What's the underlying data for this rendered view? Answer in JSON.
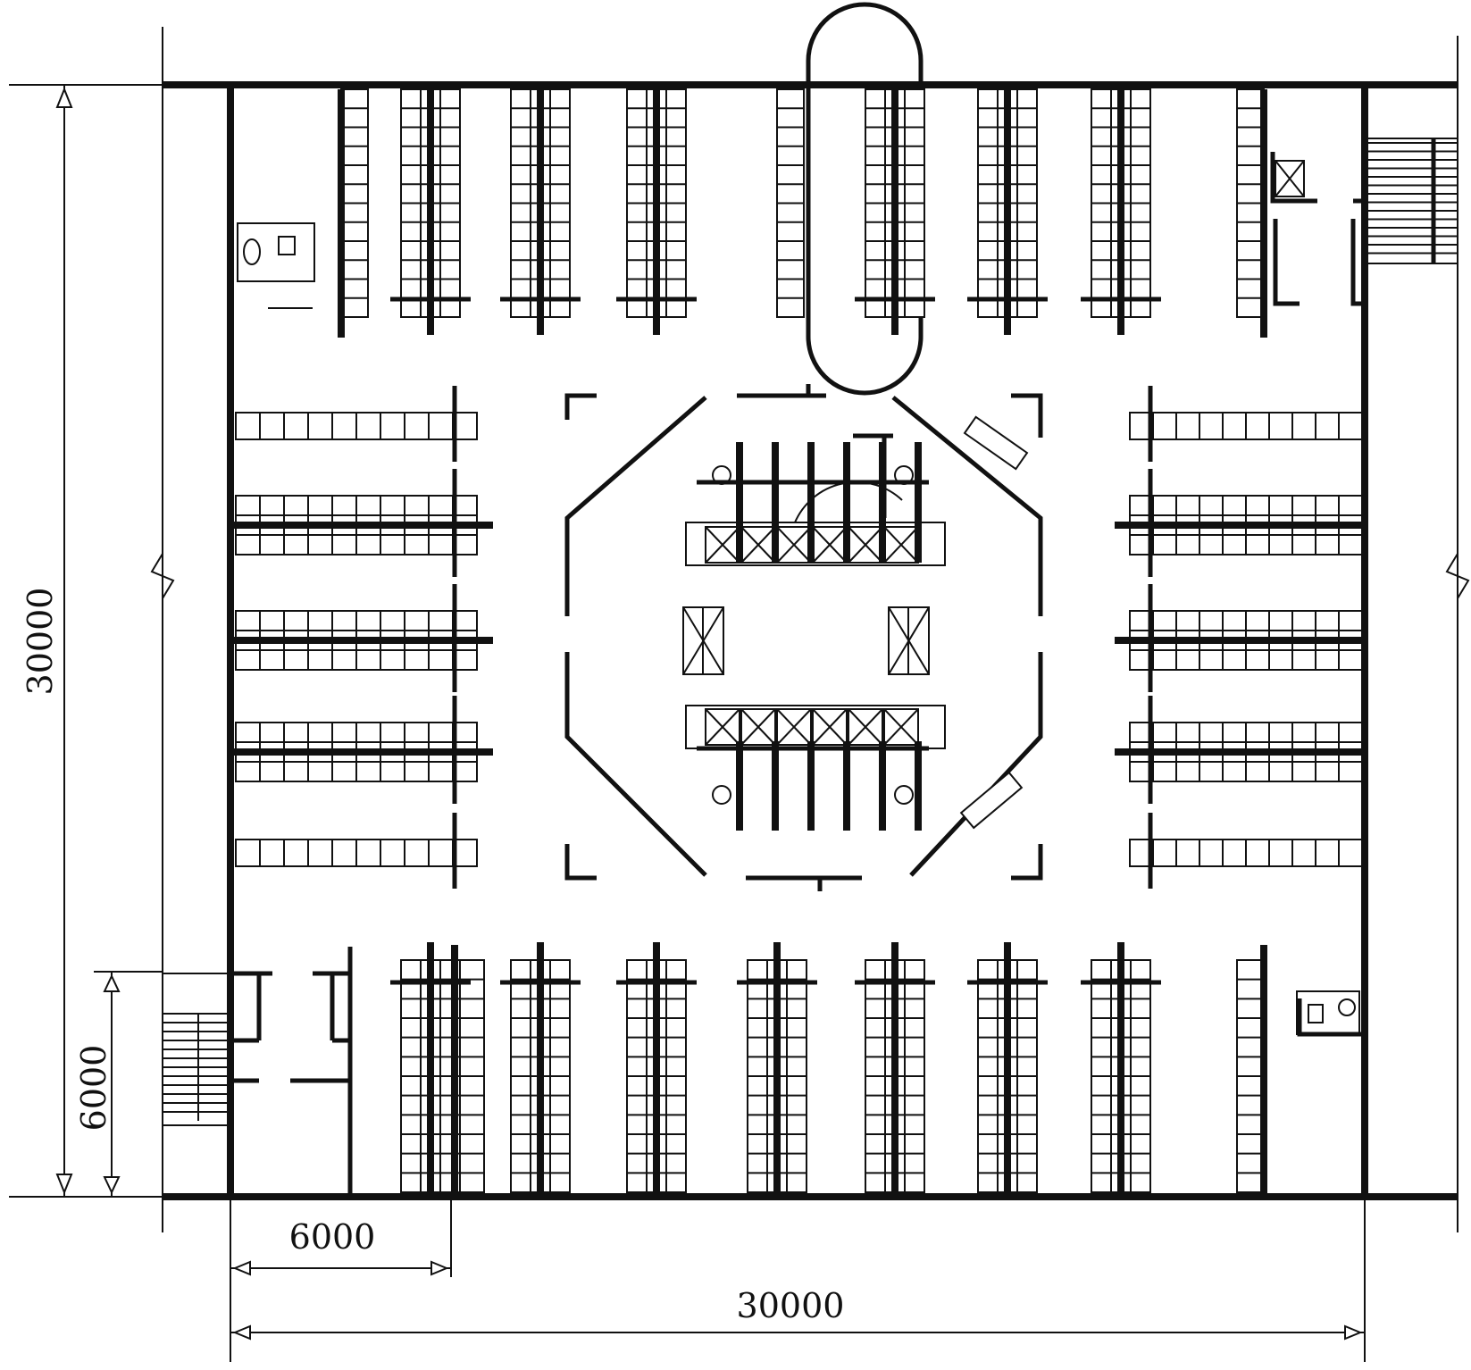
{
  "dimensions": {
    "overall_height": "30000",
    "overall_width": "30000",
    "bay_width": "6000",
    "bay_height": "6000"
  },
  "colors": {
    "ink": "#111111",
    "paper": "#ffffff"
  },
  "icons": [
    "stair-icon",
    "toilet-icon",
    "elevator-icon",
    "counter-icon"
  ]
}
